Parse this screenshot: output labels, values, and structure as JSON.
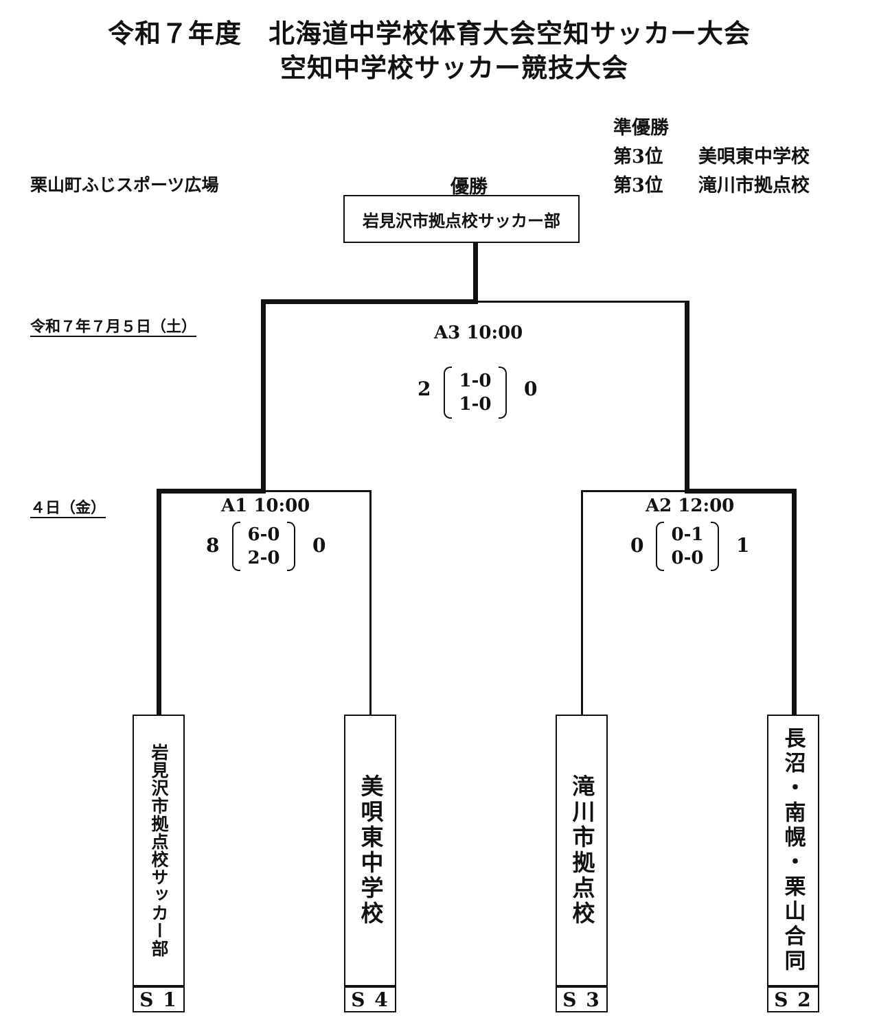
{
  "header": {
    "title_line1": "令和７年度　北海道中学校体育大会空知サッカー大会",
    "title_line2": "空知中学校サッカー競技大会"
  },
  "venue": "栗山町ふじスポーツ広場",
  "results": {
    "runner_up_label": "準優勝",
    "third_a_label": "第3位",
    "third_a_team": "美唄東中学校",
    "third_b_label": "第3位",
    "third_b_team": "滝川市拠点校",
    "champion_label": "優勝",
    "champion_team": "岩見沢市拠点校サッカー部"
  },
  "dates": {
    "final_date": "令和７年７月５日（土）",
    "semi_date": "４日（金）"
  },
  "matches": {
    "a3": {
      "label": "A3  10:00",
      "left_total": "2",
      "right_total": "0",
      "half1": "1-0",
      "half2": "1-0"
    },
    "a1": {
      "label": "A1  10:00",
      "left_total": "8",
      "right_total": "0",
      "half1": "6-0",
      "half2": "2-0"
    },
    "a2": {
      "label": "A2  12:00",
      "left_total": "0",
      "right_total": "1",
      "half1": "0-1",
      "half2": "0-0"
    }
  },
  "teams": [
    {
      "name": "岩見沢市拠点校サッカー部",
      "seed": "S 1"
    },
    {
      "name": "美唄東中学校",
      "seed": "S 4"
    },
    {
      "name": "滝川市拠点校",
      "seed": "S 3"
    },
    {
      "name": "長沼・南幌・栗山合同",
      "seed": "S 2"
    }
  ]
}
